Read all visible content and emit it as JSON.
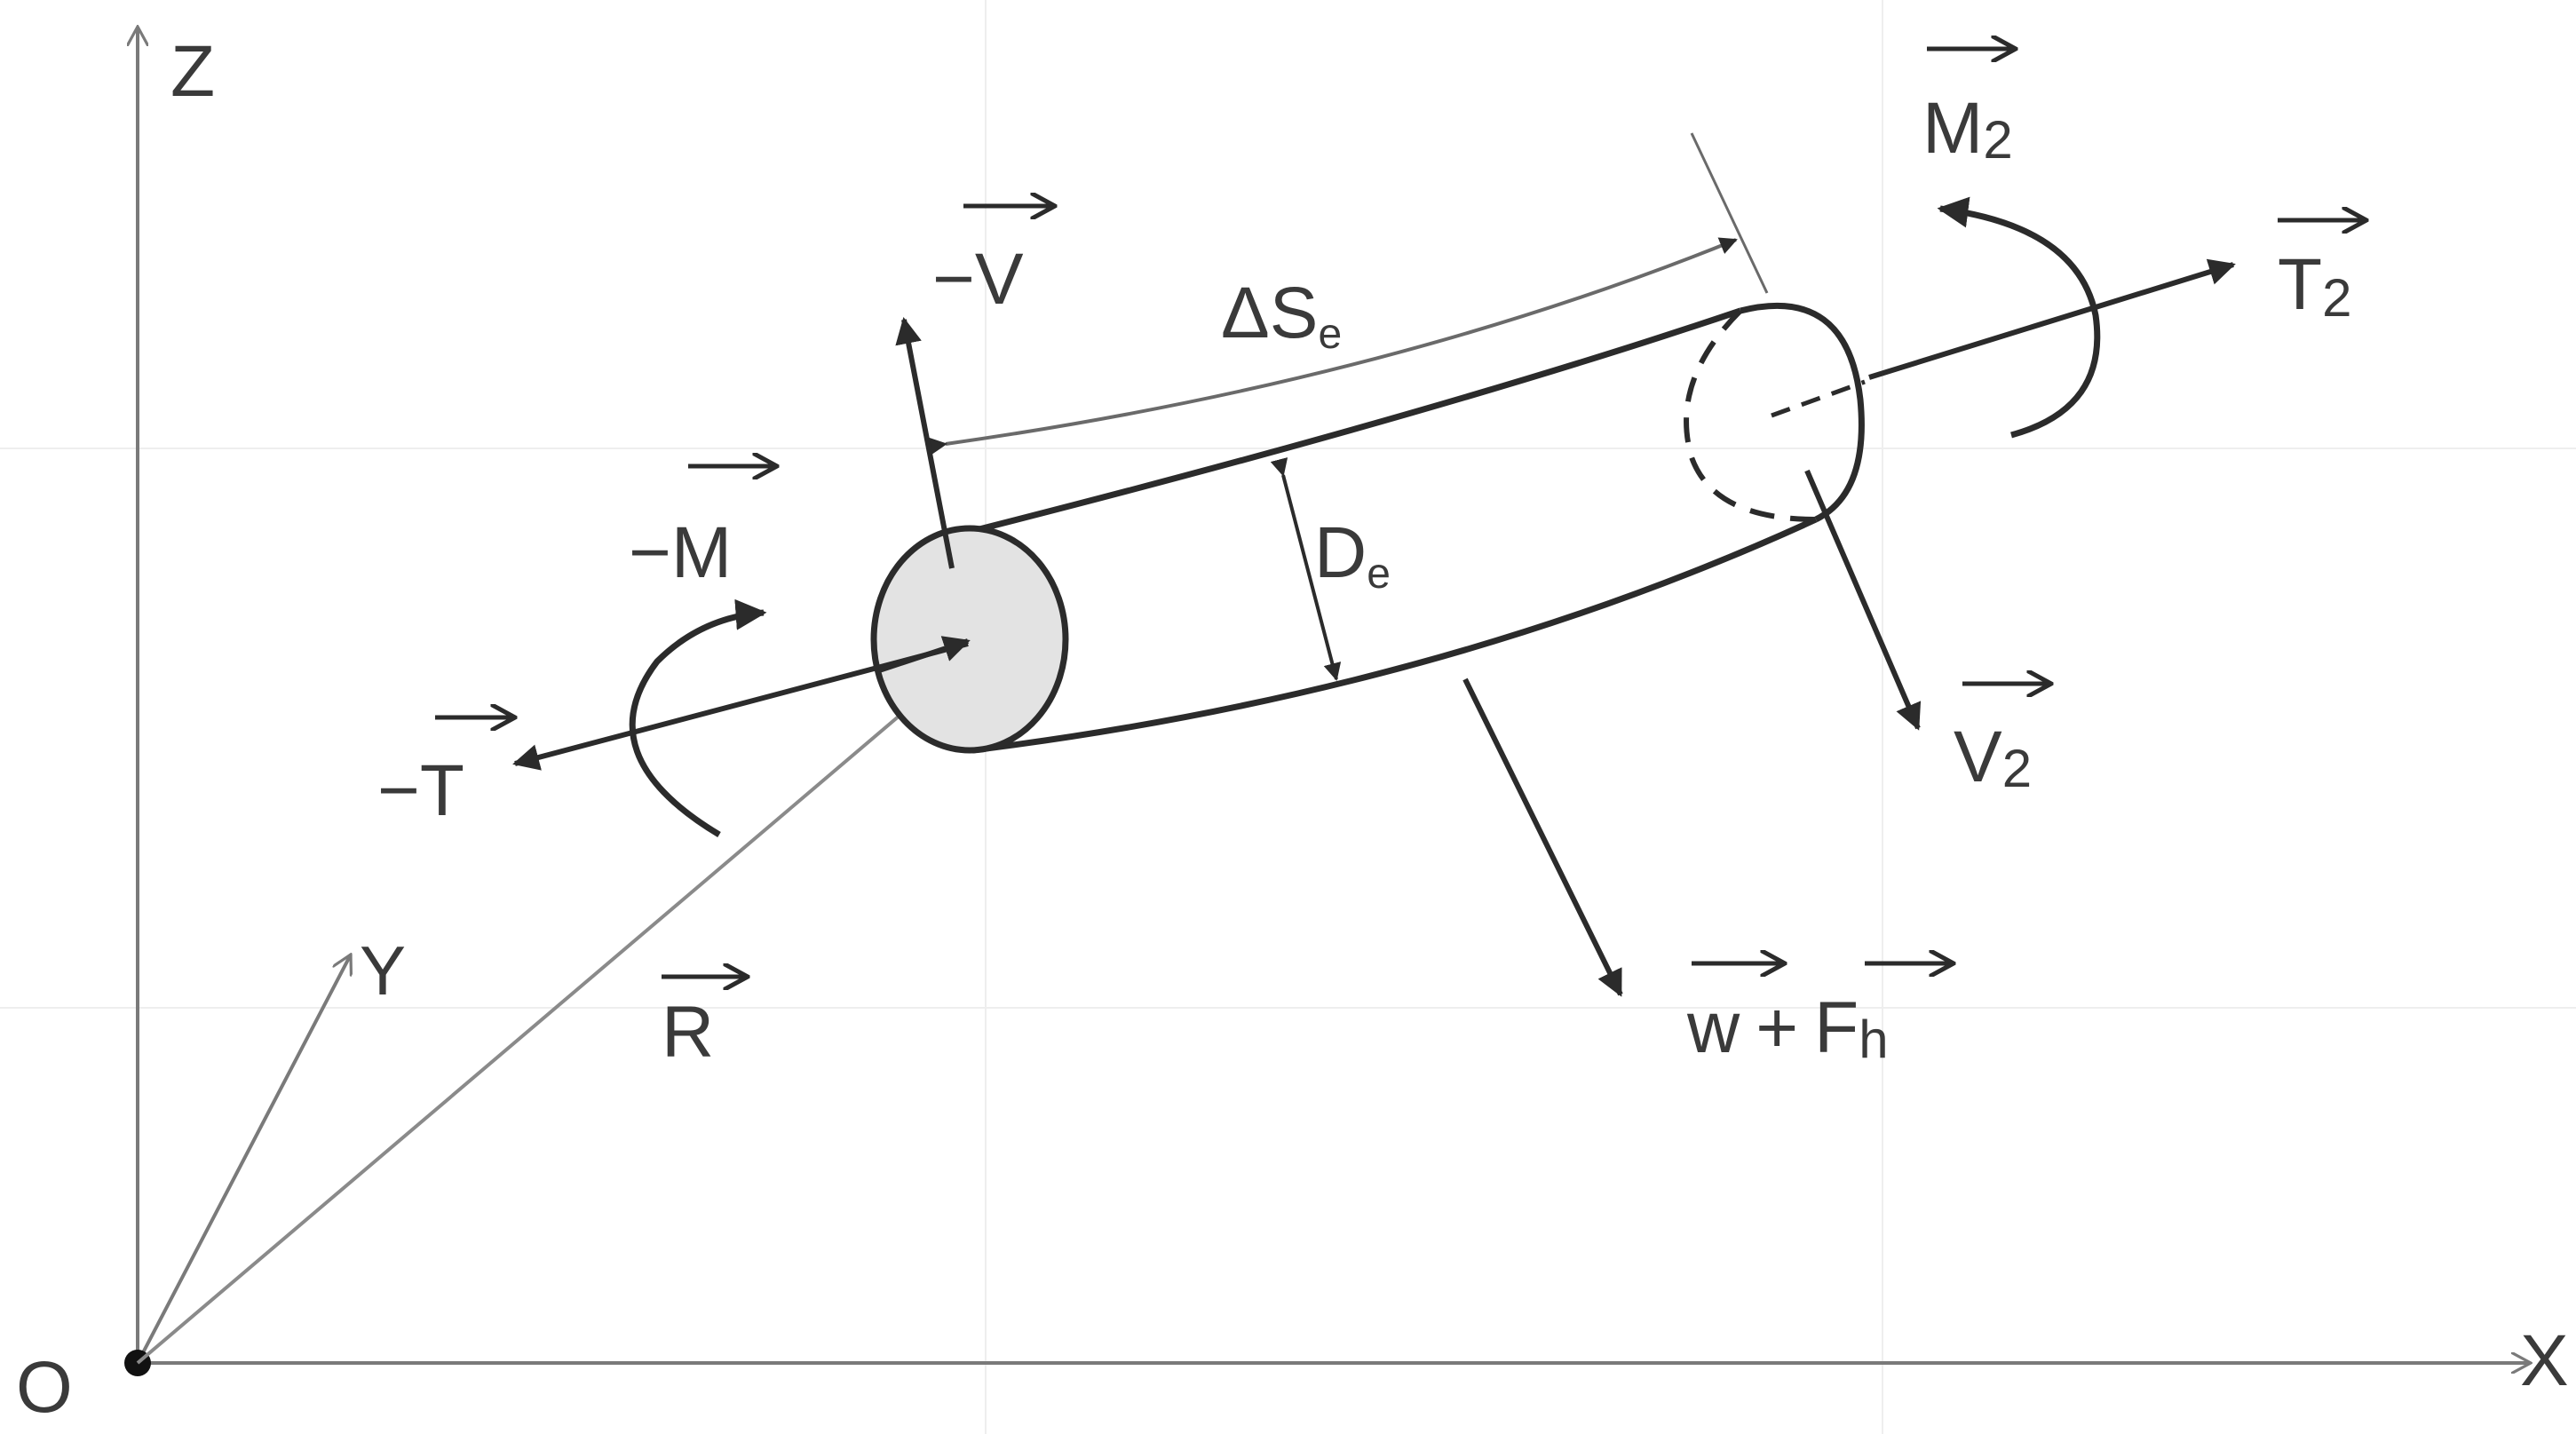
{
  "axes": {
    "origin": "O",
    "x": "X",
    "y": "Y",
    "z": "Z"
  },
  "labels": {
    "neg_v": {
      "main": "−V"
    },
    "delta_s": {
      "main": "ΔS",
      "sub": "e"
    },
    "d_e": {
      "main": "D",
      "sub": "e"
    },
    "neg_m": {
      "main": "−M"
    },
    "neg_t": {
      "main": "−T"
    },
    "m2": {
      "main": "M",
      "sub": "2"
    },
    "t2": {
      "main": "T",
      "sub": "2"
    },
    "v2": {
      "main": "V",
      "sub": "2"
    },
    "r": {
      "main": "R"
    },
    "w_fh": {
      "w": "w",
      "plus": "+",
      "f": "F",
      "sub": "h"
    }
  },
  "colors": {
    "axis": "#7a7a7a",
    "stroke": "#2b2b2b",
    "end_face_fill": "#e3e3e3",
    "grid": "#eeeeee"
  }
}
